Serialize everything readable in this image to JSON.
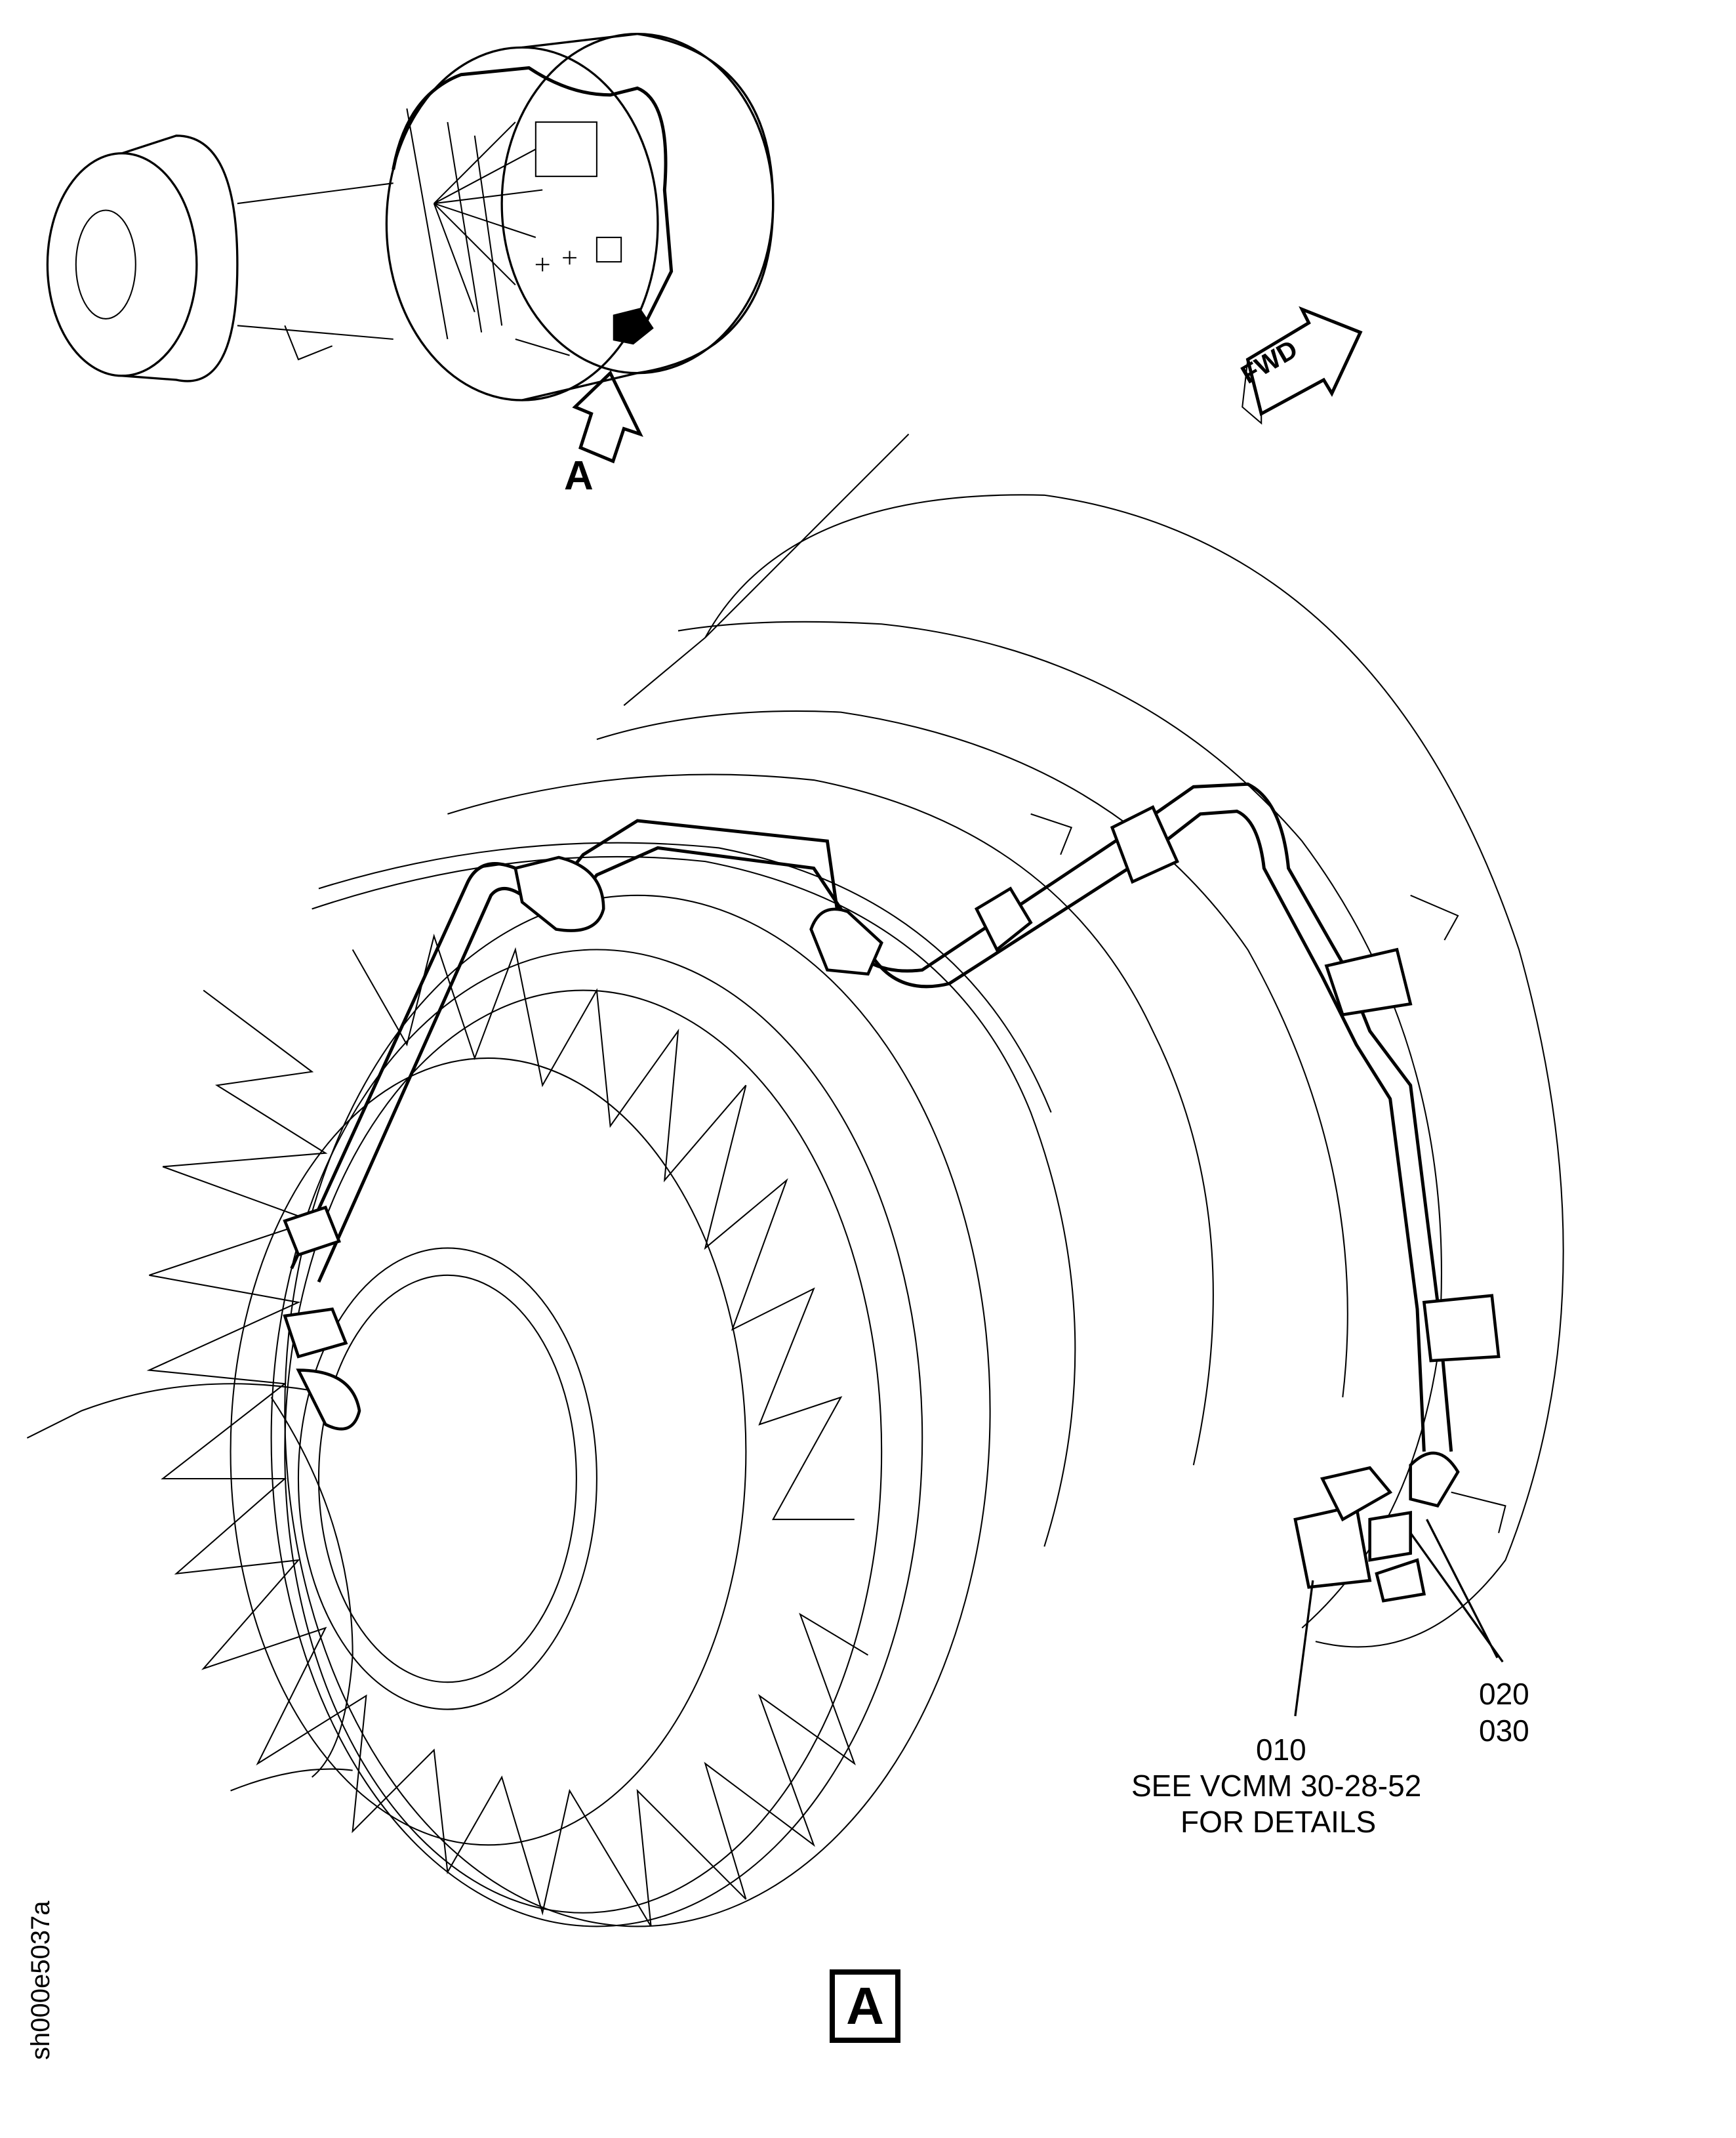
{
  "figure": {
    "view_arrow_label": "A",
    "direction_label": "FWD",
    "view_label": "A",
    "sheet_id": "sh000e5037a"
  },
  "callouts": [
    {
      "item": "010",
      "note_line1": "SEE VCMM 30-28-52",
      "note_line2": "FOR DETAILS"
    },
    {
      "item": "020"
    },
    {
      "item": "030"
    }
  ]
}
